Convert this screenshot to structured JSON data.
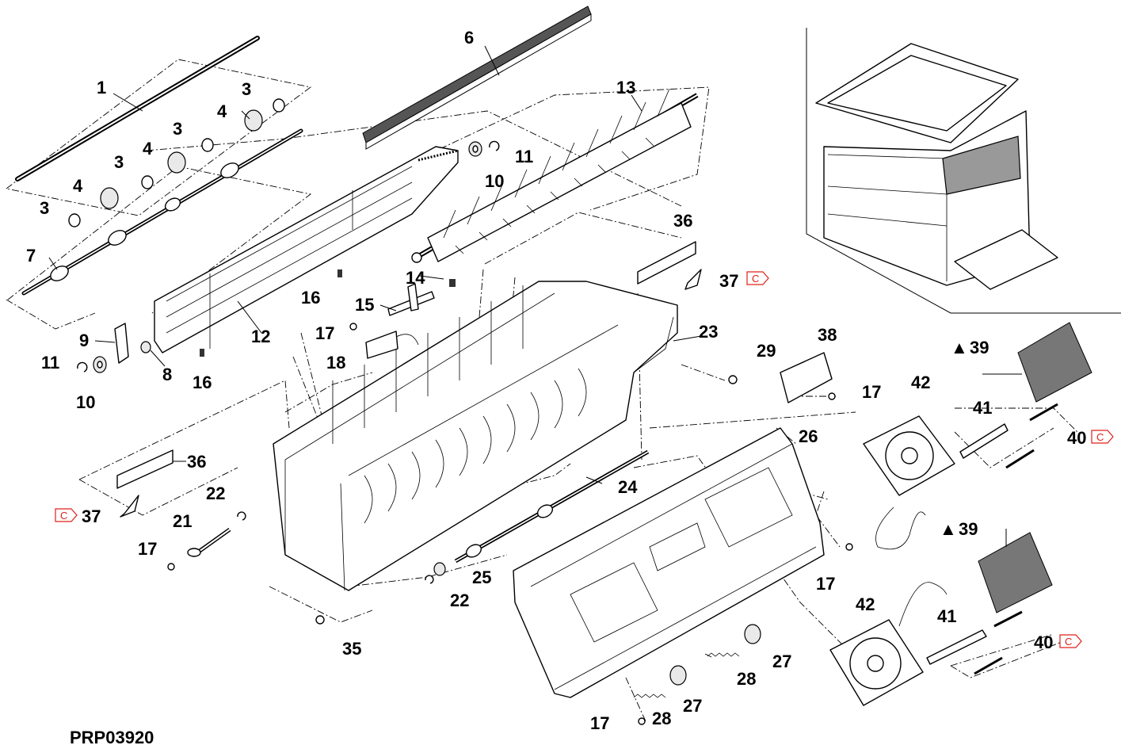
{
  "diagram": {
    "figure_code": "PRP03920",
    "callouts": [
      "1",
      "3",
      "3",
      "3",
      "3",
      "4",
      "4",
      "4",
      "6",
      "7",
      "8",
      "9",
      "10",
      "10",
      "11",
      "11",
      "12",
      "13",
      "14",
      "15",
      "16",
      "16",
      "17",
      "17",
      "17",
      "17",
      "17",
      "18",
      "21",
      "22",
      "22",
      "23",
      "24",
      "25",
      "26",
      "27",
      "27",
      "28",
      "28",
      "29",
      "35",
      "36",
      "36",
      "37",
      "37",
      "38",
      "39",
      "39",
      "40",
      "40",
      "41",
      "41",
      "42",
      "42"
    ],
    "marker_c": "C",
    "warning_marker": "▲"
  },
  "colors": {
    "line": "#000000",
    "marker": "#e0201a",
    "background": "#ffffff"
  },
  "icons": {
    "service_marker": "c-tag-icon",
    "caution_marker": "triangle-icon"
  }
}
